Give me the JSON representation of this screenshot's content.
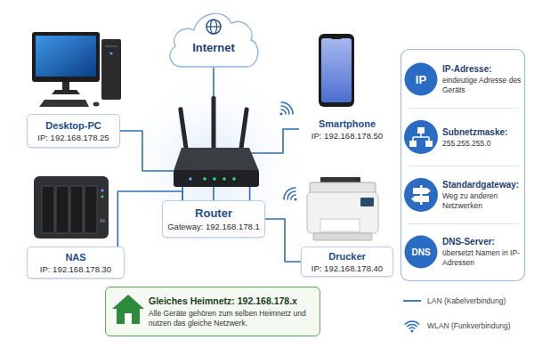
{
  "diagram": {
    "nodes": [
      {
        "text": [
          "Internet"
        ]
      },
      {
        "text": [
          "Router",
          "Gateway: 192.168.178.1"
        ]
      },
      {
        "text": [
          "Desktop-PC",
          "IP: 192.168.178.25"
        ]
      },
      {
        "text": [
          "Smartphone",
          "IP: 192.168.178.50"
        ]
      },
      {
        "text": [
          "NAS",
          "IP: 192.168.178.30"
        ]
      },
      {
        "text": [
          "Drucker",
          "IP: 192.168.178.40"
        ]
      },
      {
        "text": [
          "Gleiches Heimnetz: 192.168.178.x",
          "Alle Geräte gehören zum selben Heimnetz und nutzen das gleiche Netzwerk."
        ]
      },
      {
        "text": [
          "IP-Adresse:",
          "eindeutige Adresse des Geräts"
        ]
      },
      {
        "text": [
          "IP"
        ],
        "in": 7
      },
      {
        "text": [
          "Subnetzmaske:",
          "255.255.255.0"
        ]
      },
      {
        "text": [
          "Standardgateway:",
          "Weg zu anderen Netzwerken"
        ]
      },
      {
        "text": [
          "DNS-Server:",
          "übersetzt Namen in IP-Adressen"
        ]
      },
      {
        "text": [
          "DNS"
        ],
        "in": 11
      }
    ],
    "edges": [
      {
        "from": 0,
        "to": 1,
        "arrow": "none"
      },
      {
        "from": 2,
        "to": 1,
        "arrow": "none"
      },
      {
        "from": 4,
        "to": 1,
        "arrow": "none"
      },
      {
        "from": 1,
        "to": 3,
        "arrow": "none"
      },
      {
        "from": 1,
        "to": 5,
        "arrow": "none"
      }
    ],
    "legend": [
      {
        "text": "LAN (Kabelverbindung)"
      },
      {
        "text": "WLAN (Funkverbindung)"
      }
    ]
  }
}
